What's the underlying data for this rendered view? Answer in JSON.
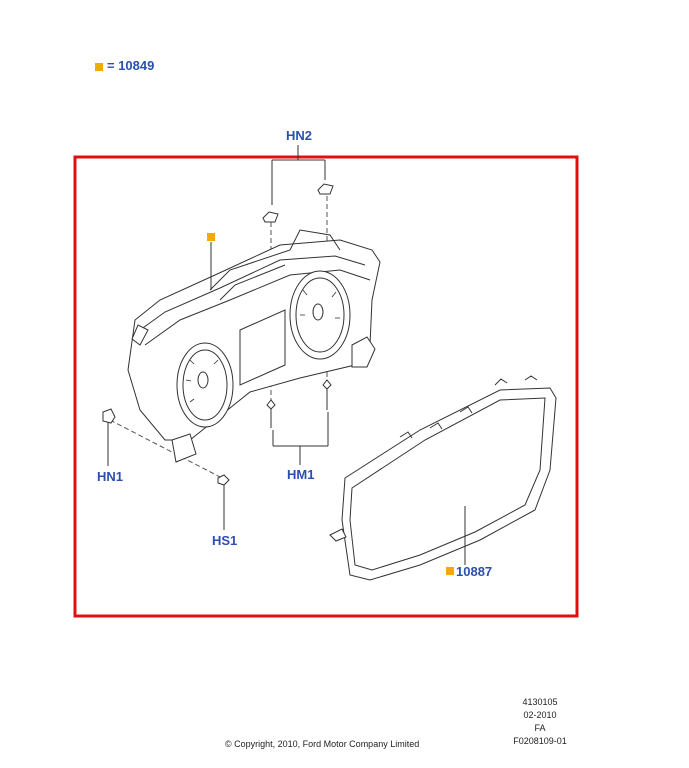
{
  "legend": {
    "marker_color": "#f2a900",
    "text": "= 10849"
  },
  "frame_color": "#e01010",
  "labels": {
    "hn2": "HN2",
    "hn1": "HN1",
    "hs1": "HS1",
    "hm1": "HM1",
    "part_10887": "10887"
  },
  "meta": {
    "line1": "4130105",
    "line2": "02-2010",
    "line3": "FA",
    "line4": "F0208109-01"
  },
  "copyright": "© Copyright, 2010, Ford Motor Company Limited"
}
